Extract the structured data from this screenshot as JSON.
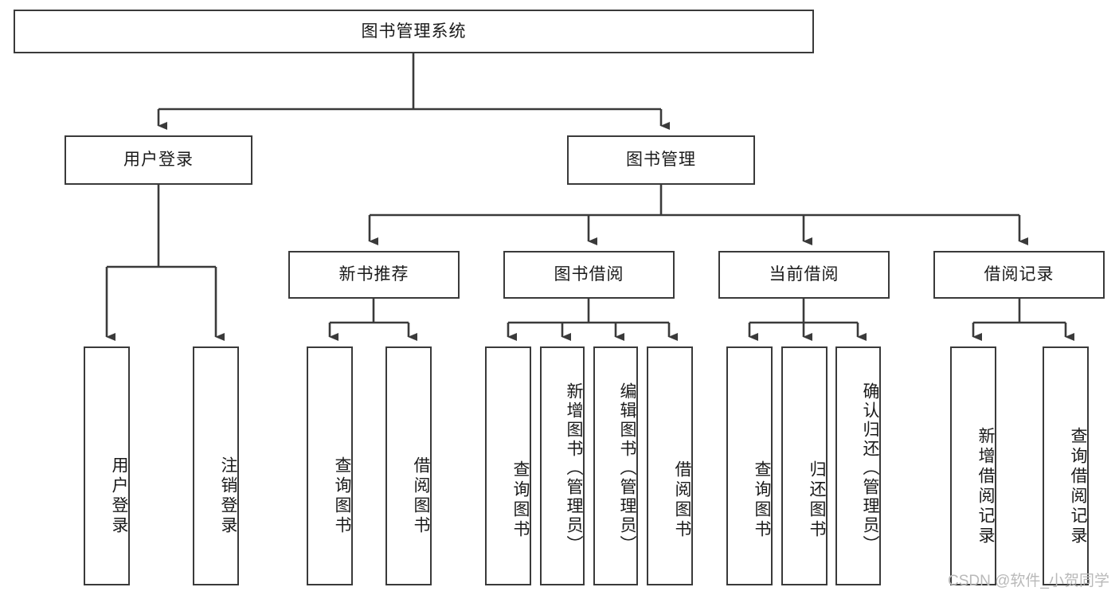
{
  "diagram": {
    "title_node": {
      "label": "图书管理系统"
    },
    "level2": [
      {
        "label": "用户登录"
      },
      {
        "label": "图书管理"
      }
    ],
    "level3": [
      {
        "label": "新书推荐"
      },
      {
        "label": "图书借阅"
      },
      {
        "label": "当前借阅"
      },
      {
        "label": "借阅记录"
      }
    ],
    "leaves": {
      "user_login": [
        {
          "label": "用户登录"
        },
        {
          "label": "注销登录"
        }
      ],
      "new_book_recommend": [
        {
          "label": "查询图书"
        },
        {
          "label": "借阅图书"
        }
      ],
      "book_borrow": [
        {
          "label": "查询图书"
        },
        {
          "label": "新增图书（管理员）"
        },
        {
          "label": "编辑图书（管理员）"
        },
        {
          "label": "借阅图书"
        }
      ],
      "current_borrow": [
        {
          "label": "查询图书"
        },
        {
          "label": "归还图书"
        },
        {
          "label": "确认归还（管理员）"
        }
      ],
      "borrow_record": [
        {
          "label": "新增借阅记录"
        },
        {
          "label": "查询借阅记录"
        }
      ]
    }
  },
  "watermark": {
    "text": "CSDN @软件_小贺同学"
  },
  "colors": {
    "stroke": "#3a3a3a",
    "background": "#ffffff",
    "text": "#1a1a1a",
    "watermark": "#b9b9b9"
  }
}
